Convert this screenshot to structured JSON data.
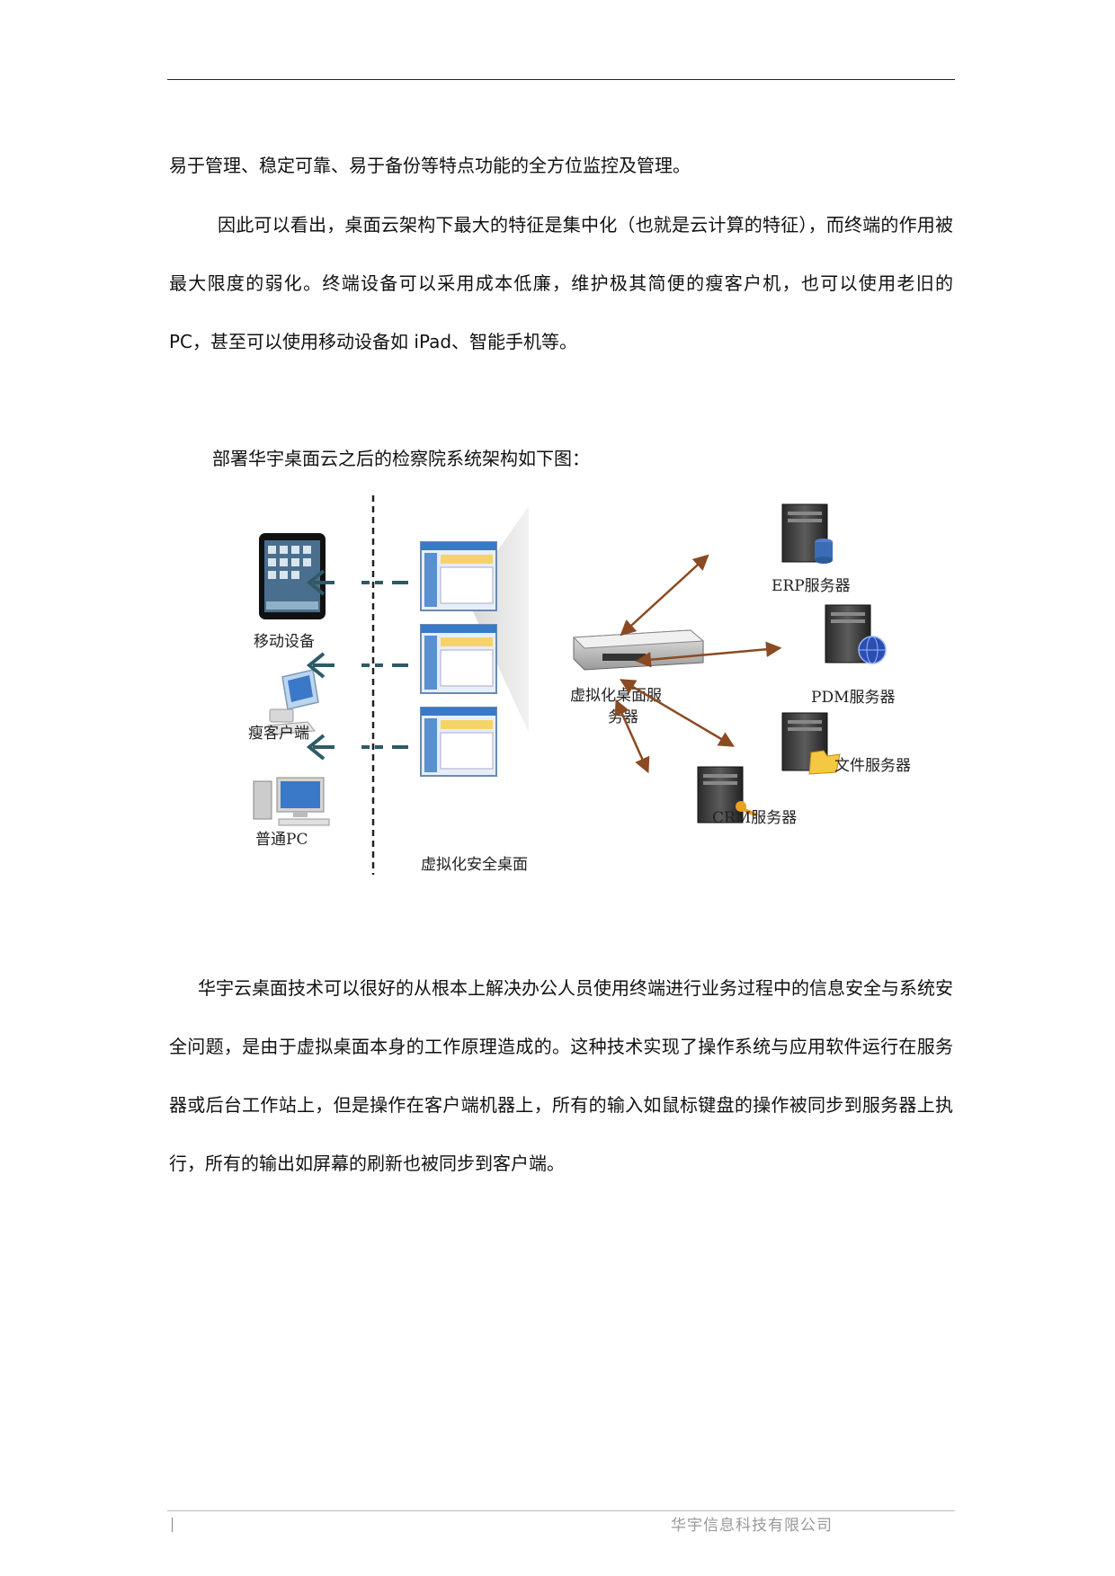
{
  "body": {
    "para1": "易于管理、稳定可靠、易于备份等特点功能的全方位监控及管理。",
    "para2": "因此可以看出，桌面云架构下最大的特征是集中化（也就是云计算的特征），而终端的作用被最大限度的弱化。终端设备可以采用成本低廉，维护极其简便的瘦客户机，也可以使用老旧的 PC，甚至可以使用移动设备如 iPad、智能手机等。",
    "caption": "部署华宇桌面云之后的检察院系统架构如下图：",
    "para3": "华宇云桌面技术可以很好的从根本上解决办公人员使用终端进行业务过程中的信息安全与系统安全问题，是由于虚拟桌面本身的工作原理造成的。这种技术实现了操作系统与应用软件运行在服务器或后台工作站上，但是操作在客户端机器上，所有的输入如鼠标键盘的操作被同步到服务器上执行，所有的输出如屏幕的刷新也被同步到客户端。"
  },
  "diagram": {
    "clients": {
      "mobile": "移动设备",
      "thin": "瘦客户端",
      "pc": "普通PC"
    },
    "virtual_desktop_label": "虚拟化安全桌面",
    "server_label_line1": "虚拟化桌面服",
    "server_label_line2": "务器",
    "erp": "ERP服务器",
    "pdm": "PDM服务器",
    "file": "文件服务器",
    "crm": "CRM服务器"
  },
  "footer": {
    "company": "华宇信息科技有限公司"
  },
  "colors": {
    "arrow_teal": "#2e5a66",
    "arrow_brown": "#8a4a22",
    "screen_blue": "#3a78c8"
  }
}
